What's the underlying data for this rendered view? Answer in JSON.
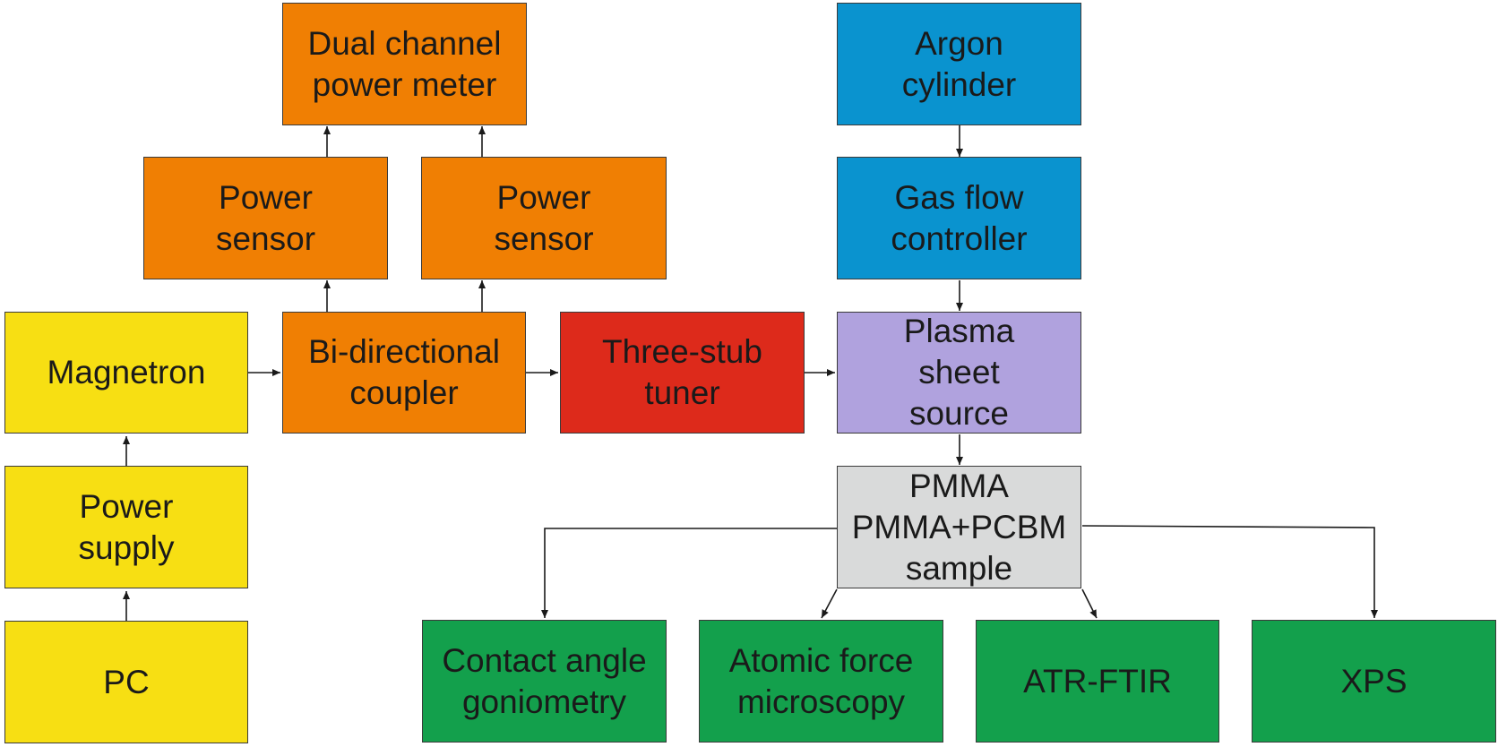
{
  "colors": {
    "yellow": "#f7df13",
    "orange": "#f07f03",
    "red": "#dd2a1b",
    "blue": "#0a93cf",
    "purple": "#b0a2de",
    "grey": "#d9dada",
    "green": "#13a04c"
  },
  "blocks": {
    "power_meter": "Dual channel\npower meter",
    "power_sensor_left": "Power\nsensor",
    "power_sensor_right": "Power\nsensor",
    "magnetron": "Magnetron",
    "power_supply": "Power\nsupply",
    "pc": "PC",
    "coupler": "Bi-directional\ncoupler",
    "tuner": "Three-stub\ntuner",
    "argon": "Argon\ncylinder",
    "gas_flow": "Gas flow\ncontroller",
    "plasma": "Plasma\nsheet\nsource",
    "sample": "PMMA\nPMMA+PCBM\nsample",
    "contact_angle": "Contact angle\ngoniometry",
    "afm": "Atomic force\nmicroscopy",
    "atr_ftir": "ATR-FTIR",
    "xps": "XPS"
  }
}
